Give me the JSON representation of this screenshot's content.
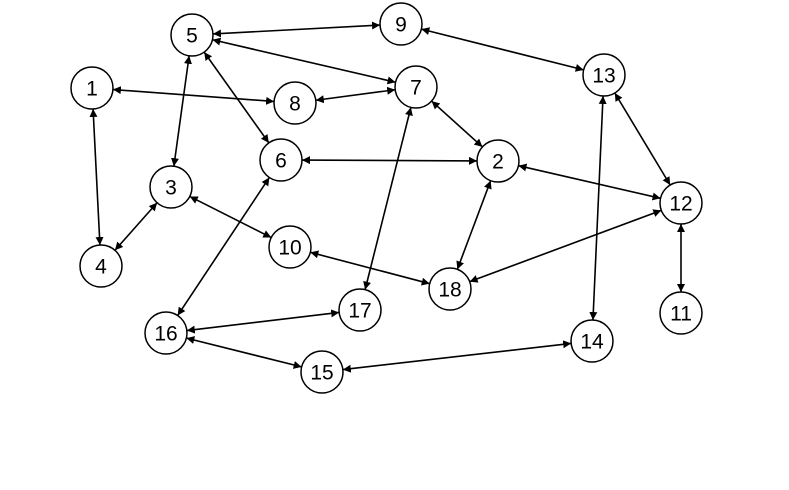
{
  "diagram": {
    "nodes": [
      {
        "id": "1",
        "label": "1"
      },
      {
        "id": "2",
        "label": "2"
      },
      {
        "id": "3",
        "label": "3"
      },
      {
        "id": "4",
        "label": "4"
      },
      {
        "id": "5",
        "label": "5"
      },
      {
        "id": "6",
        "label": "6"
      },
      {
        "id": "7",
        "label": "7"
      },
      {
        "id": "8",
        "label": "8"
      },
      {
        "id": "9",
        "label": "9"
      },
      {
        "id": "10",
        "label": "10"
      },
      {
        "id": "11",
        "label": "11"
      },
      {
        "id": "12",
        "label": "12"
      },
      {
        "id": "13",
        "label": "13"
      },
      {
        "id": "14",
        "label": "14"
      },
      {
        "id": "15",
        "label": "15"
      },
      {
        "id": "16",
        "label": "16"
      },
      {
        "id": "17",
        "label": "17"
      },
      {
        "id": "18",
        "label": "18"
      }
    ],
    "edges": [
      {
        "from": "5",
        "to": "9",
        "direction": "both"
      },
      {
        "from": "5",
        "to": "7",
        "direction": "both"
      },
      {
        "from": "5",
        "to": "3",
        "direction": "both"
      },
      {
        "from": "5",
        "to": "6",
        "direction": "both"
      },
      {
        "from": "9",
        "to": "13",
        "direction": "both"
      },
      {
        "from": "1",
        "to": "8",
        "direction": "both"
      },
      {
        "from": "1",
        "to": "4",
        "direction": "both"
      },
      {
        "from": "8",
        "to": "7",
        "direction": "both"
      },
      {
        "from": "7",
        "to": "2",
        "direction": "both"
      },
      {
        "from": "7",
        "to": "17",
        "direction": "both"
      },
      {
        "from": "13",
        "to": "12",
        "direction": "both"
      },
      {
        "from": "13",
        "to": "14",
        "direction": "both"
      },
      {
        "from": "6",
        "to": "2",
        "direction": "both"
      },
      {
        "from": "6",
        "to": "16",
        "direction": "both"
      },
      {
        "from": "2",
        "to": "12",
        "direction": "both"
      },
      {
        "from": "2",
        "to": "18",
        "direction": "both"
      },
      {
        "from": "3",
        "to": "4",
        "direction": "both"
      },
      {
        "from": "3",
        "to": "10",
        "direction": "both"
      },
      {
        "from": "12",
        "to": "11",
        "direction": "both"
      },
      {
        "from": "12",
        "to": "18",
        "direction": "both"
      },
      {
        "from": "10",
        "to": "18",
        "direction": "both"
      },
      {
        "from": "16",
        "to": "17",
        "direction": "both"
      },
      {
        "from": "16",
        "to": "15",
        "direction": "both"
      },
      {
        "from": "15",
        "to": "14",
        "direction": "both"
      }
    ]
  },
  "colors": {
    "stroke": "#000000",
    "node_fill": "#ffffff",
    "background": "#ffffff"
  }
}
